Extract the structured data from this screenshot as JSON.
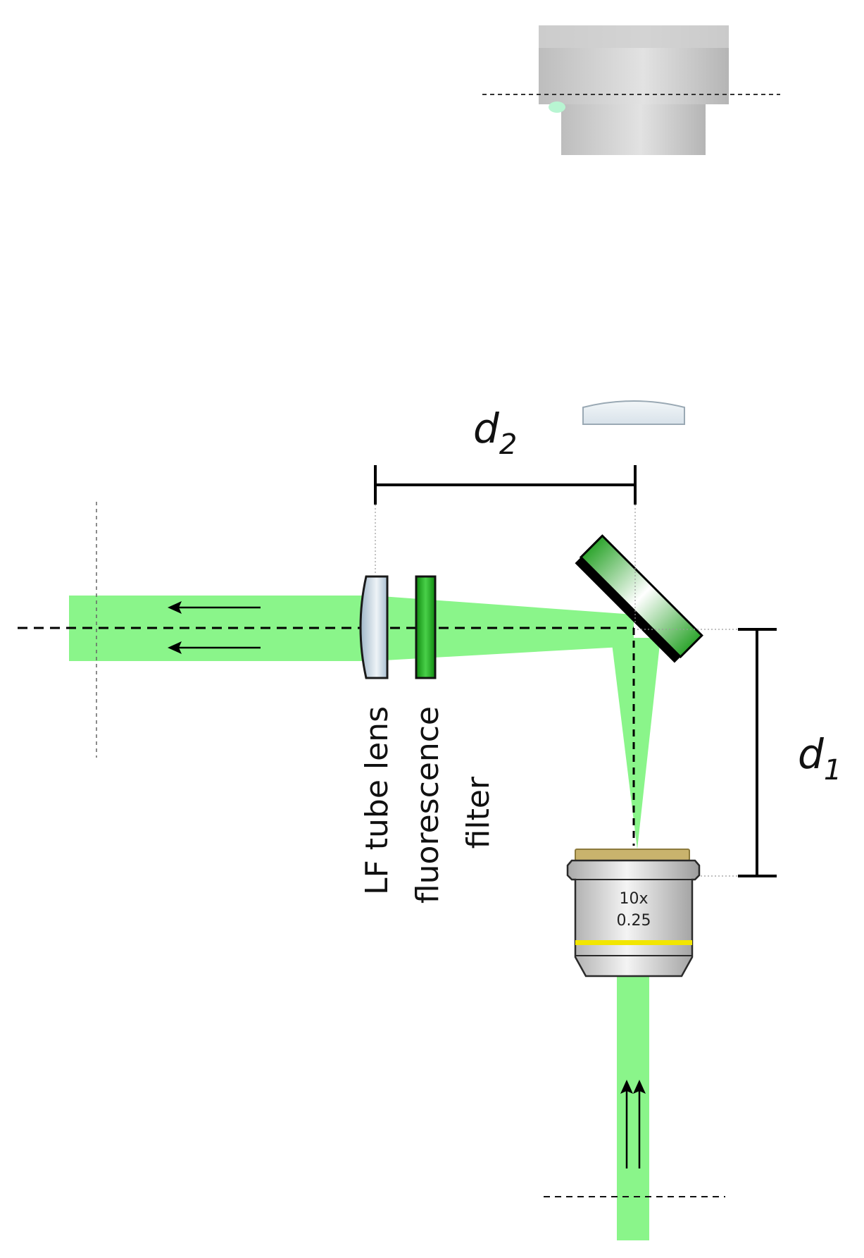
{
  "labels": {
    "d2": {
      "base": "d",
      "sub": "2"
    },
    "d1": {
      "base": "d",
      "sub": "1"
    },
    "lf_tube_lens": "LF tube lens",
    "fluorescence_line1": "fluorescence",
    "fluorescence_line2": "filter",
    "objective_mag": "10x",
    "objective_na": "0.25"
  },
  "colors": {
    "beam": "#8af58a",
    "filter_green": "#1fa31f",
    "mirror_back": "#000000",
    "camera_gray": "#c9c9c9",
    "lens_blue": "#b9ccdb",
    "objective_yellow": "#f2e600",
    "objective_gold": "#c9b36d"
  }
}
